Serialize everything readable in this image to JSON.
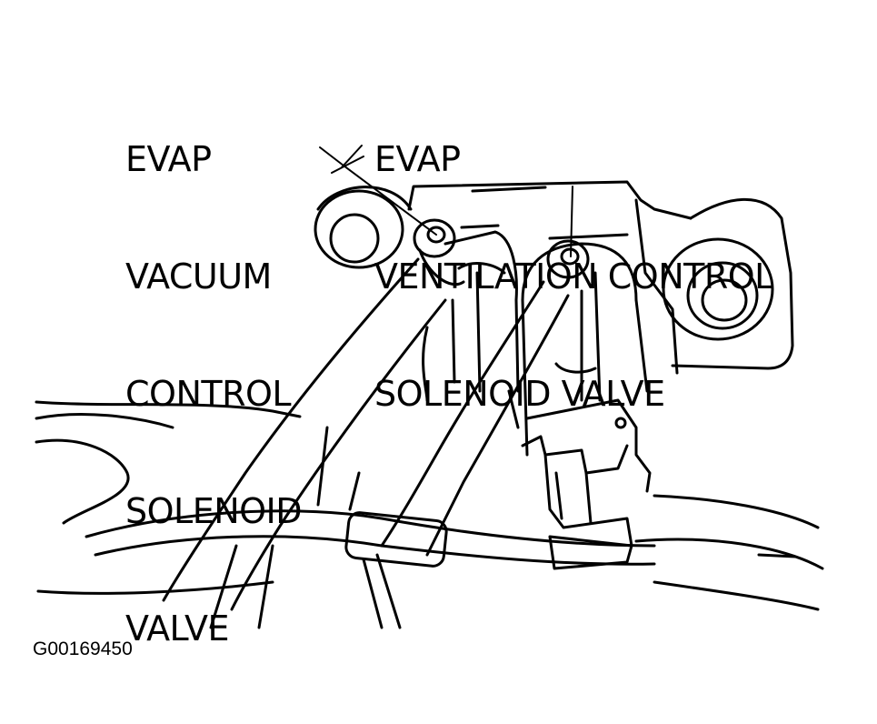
{
  "labels": {
    "vacuum_solenoid": [
      "EVAP",
      "VACUUM",
      "CONTROL",
      "SOLENOID",
      "VALVE"
    ],
    "ventilation_solenoid": [
      "EVAP",
      "VENTILATION CONTROL",
      "SOLENOID VALVE"
    ]
  },
  "figure_id": "G00169450"
}
